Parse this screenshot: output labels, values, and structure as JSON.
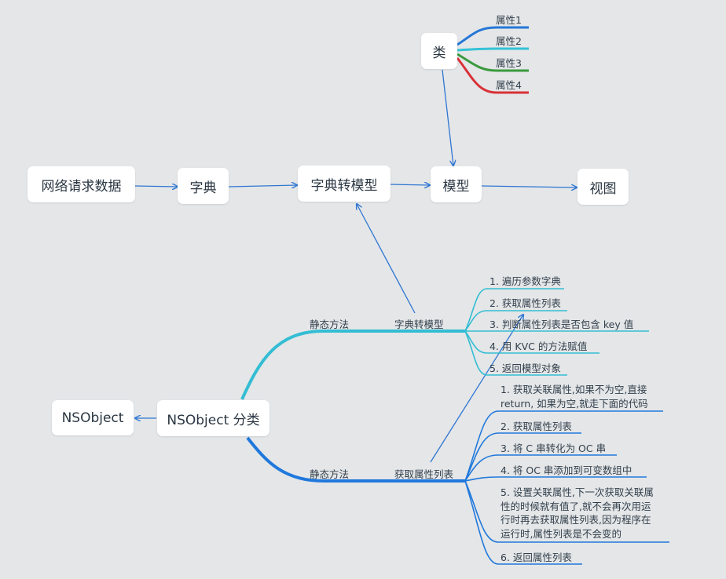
{
  "nodes": {
    "network_data": "网络请求数据",
    "dictionary": "字典",
    "dict_to_model": "字典转模型",
    "model": "模型",
    "view": "视图",
    "class": "类",
    "nsobject": "NSObject",
    "nsobject_category": "NSObject 分类"
  },
  "class_attributes": [
    "属性1",
    "属性2",
    "属性3",
    "属性4"
  ],
  "upper_branch": {
    "static_method": "静态方法",
    "method_name": "字典转模型",
    "steps": [
      "1. 遍历参数字典",
      "2. 获取属性列表",
      "3. 判断属性列表是否包含 key 值",
      "4. 用 KVC 的方法赋值",
      "5. 返回模型对象"
    ]
  },
  "lower_branch": {
    "static_method": "静态方法",
    "method_name": "获取属性列表",
    "step1": [
      "1. 获取关联属性,如果不为空,直接",
      "return, 如果为空,就走下面的代码"
    ],
    "step2": "2. 获取属性列表",
    "step3": "3. 将 C 串转化为 OC 串",
    "step4": "4. 将 OC 串添加到可变数组中",
    "step5": [
      "5. 设置关联属性,下一次获取关联属",
      "性的时候就有值了,就不会再次用运",
      "行时再去获取属性列表,因为程序在",
      "运行时,属性列表是不会变的"
    ],
    "step6": "6. 返回属性列表"
  },
  "colors": {
    "arrow": "#2f76d2",
    "attr1": "#2577d6",
    "attr2": "#35c2d6",
    "attr3": "#3a9a3e",
    "attr4": "#d83137",
    "upper_branch": "#33bdd3",
    "lower_branch": "#2078dc"
  }
}
